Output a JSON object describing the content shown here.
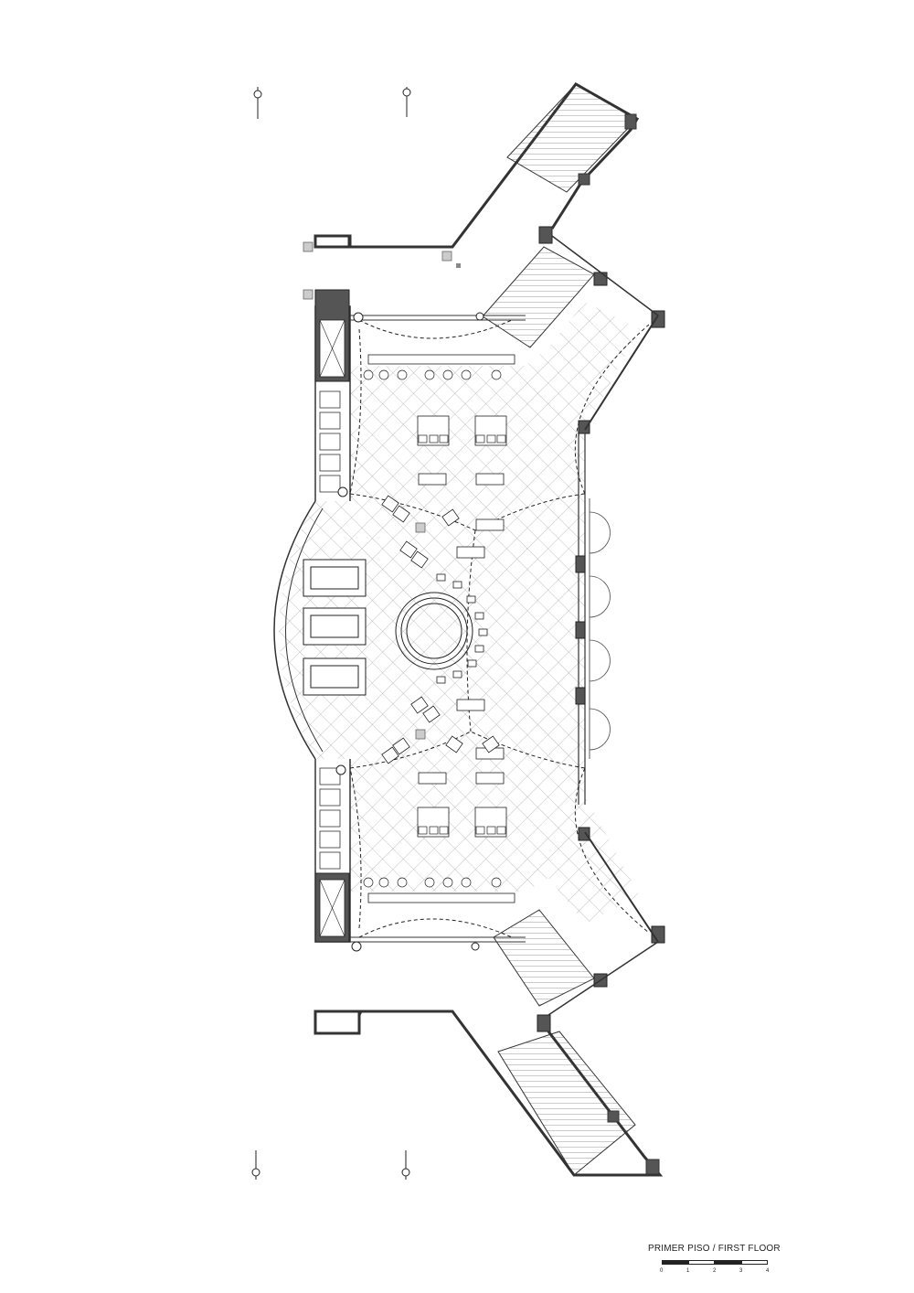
{
  "drawing": {
    "title": "PRIMER PISO / FIRST FLOOR",
    "scale_bar": {
      "labels": [
        "0",
        "1",
        "2",
        "3",
        "4"
      ],
      "segment_fills": [
        "#222222",
        "#ffffff",
        "#222222",
        "#ffffff"
      ]
    }
  }
}
